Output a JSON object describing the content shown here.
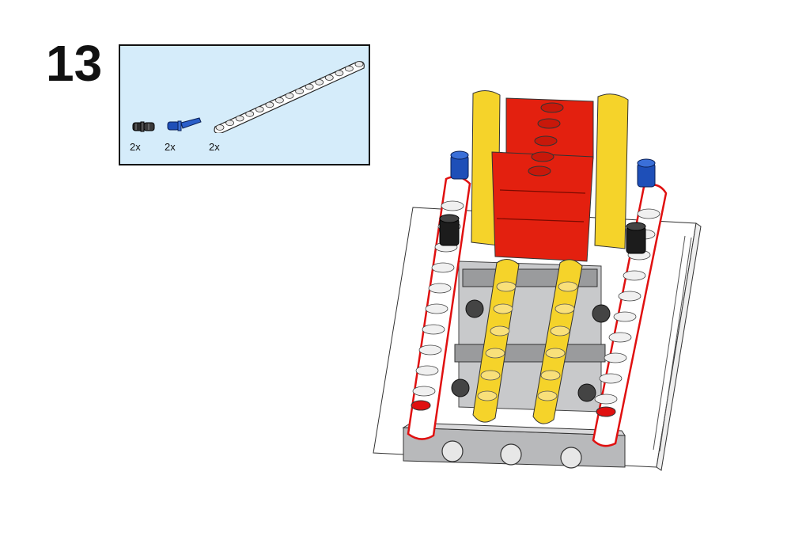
{
  "step": {
    "number": "13"
  },
  "parts": [
    {
      "icon": "black-pin-icon",
      "quantity": "2x"
    },
    {
      "icon": "blue-axle-pin-icon",
      "quantity": "2x"
    },
    {
      "icon": "white-beam-icon",
      "quantity": "2x"
    }
  ],
  "colors": {
    "parts_box_bg": "#d5ecfa",
    "beam_white": "#ffffff",
    "beam_yellow": "#f5d32a",
    "brick_red": "#e3200f",
    "frame_gray": "#c8c9cb",
    "pin_blue": "#1e4fb8",
    "pin_black": "#1c1c1c",
    "highlight_red": "#e01010"
  }
}
